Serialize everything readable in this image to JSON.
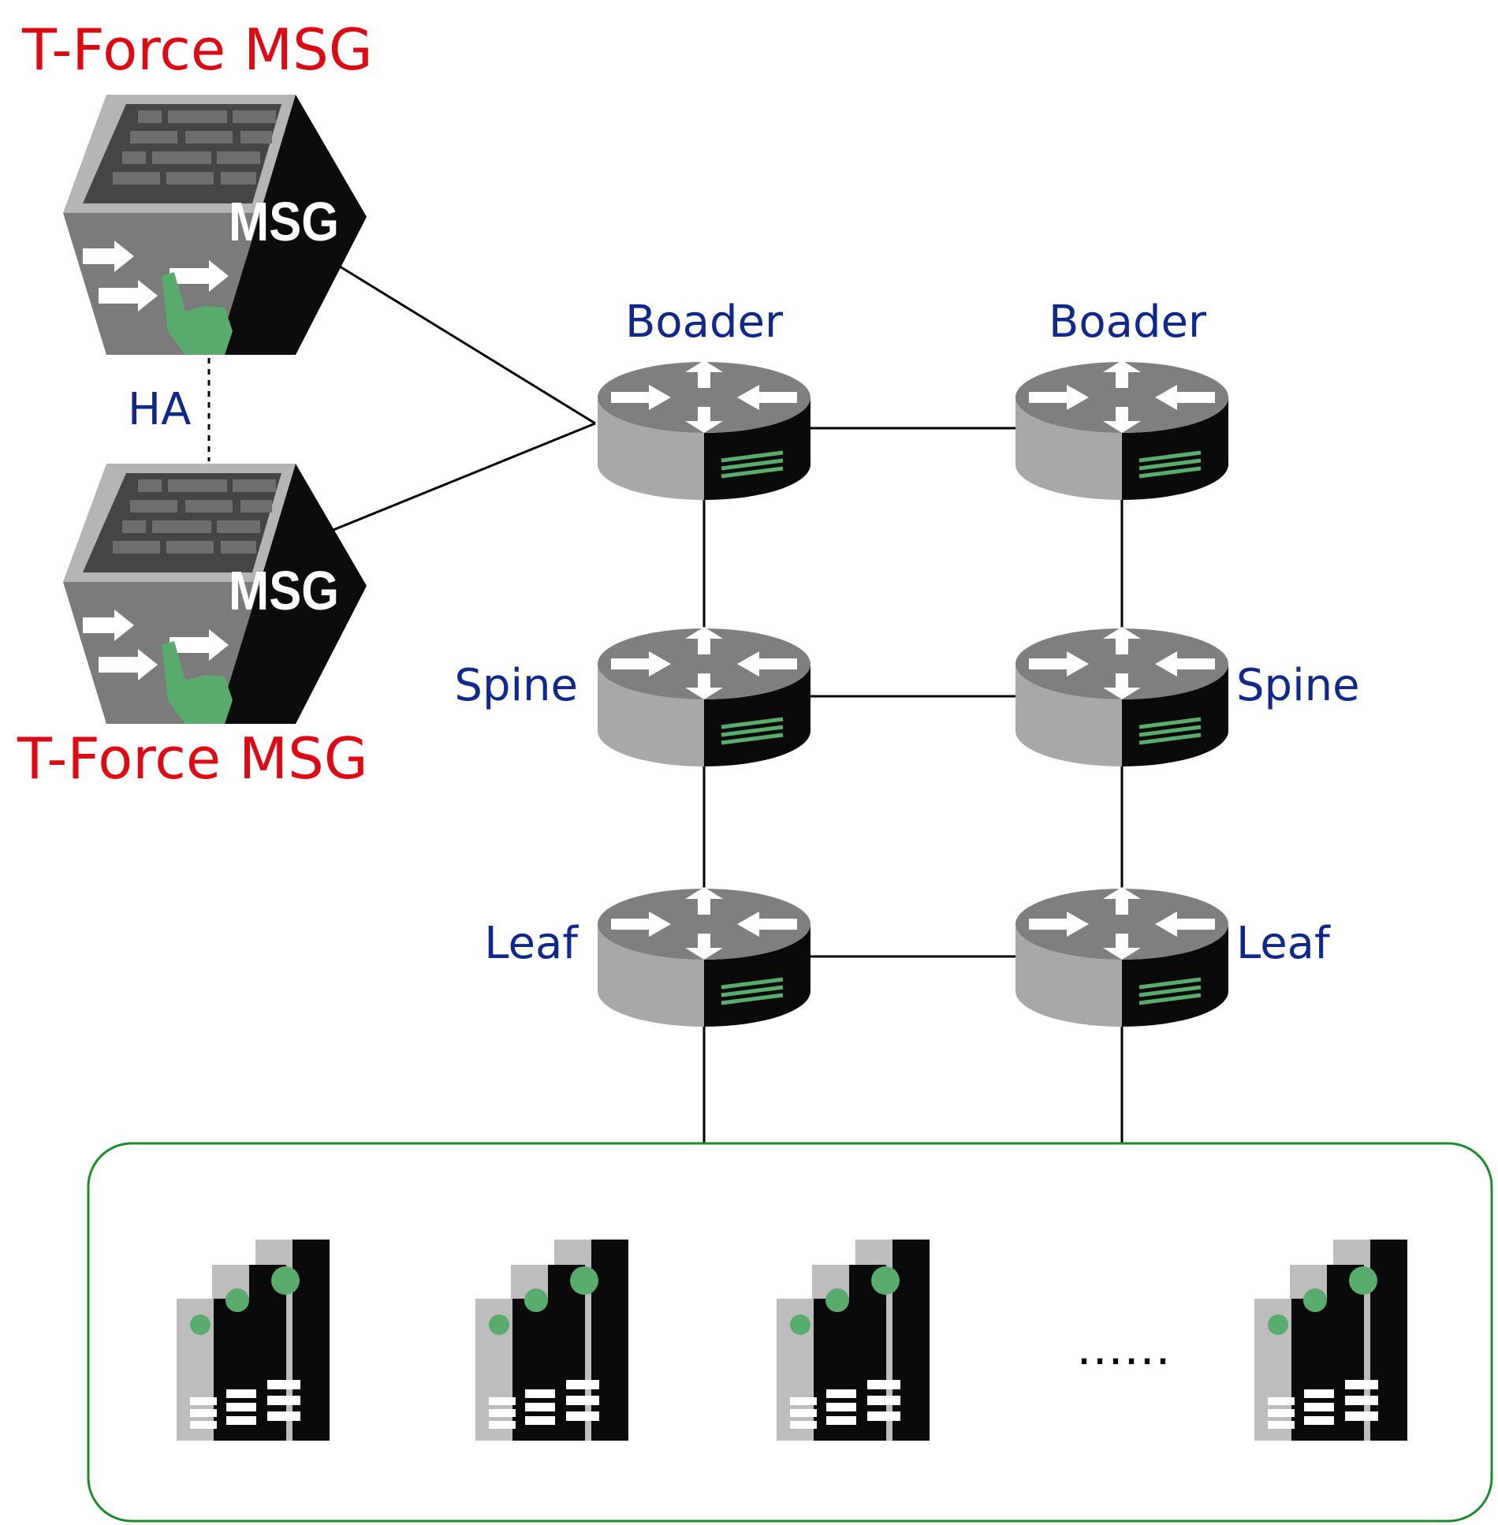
{
  "firewalls": [
    {
      "title": "T-Force MSG",
      "badge": "MSG"
    },
    {
      "title": "T-Force MSG",
      "badge": "MSG"
    }
  ],
  "ha_label": "HA",
  "border_label_left": "Boader",
  "border_label_right": "Boader",
  "spine_label_left": "Spine",
  "spine_label_right": "Spine",
  "leaf_label_left": "Leaf",
  "leaf_label_right": "Leaf",
  "server_ellipsis": "……",
  "colors": {
    "title_red": "#dc0a14",
    "label_blue": "#10288a",
    "accent_green": "#5aac6e",
    "cluster_border": "#1e8a2e"
  }
}
